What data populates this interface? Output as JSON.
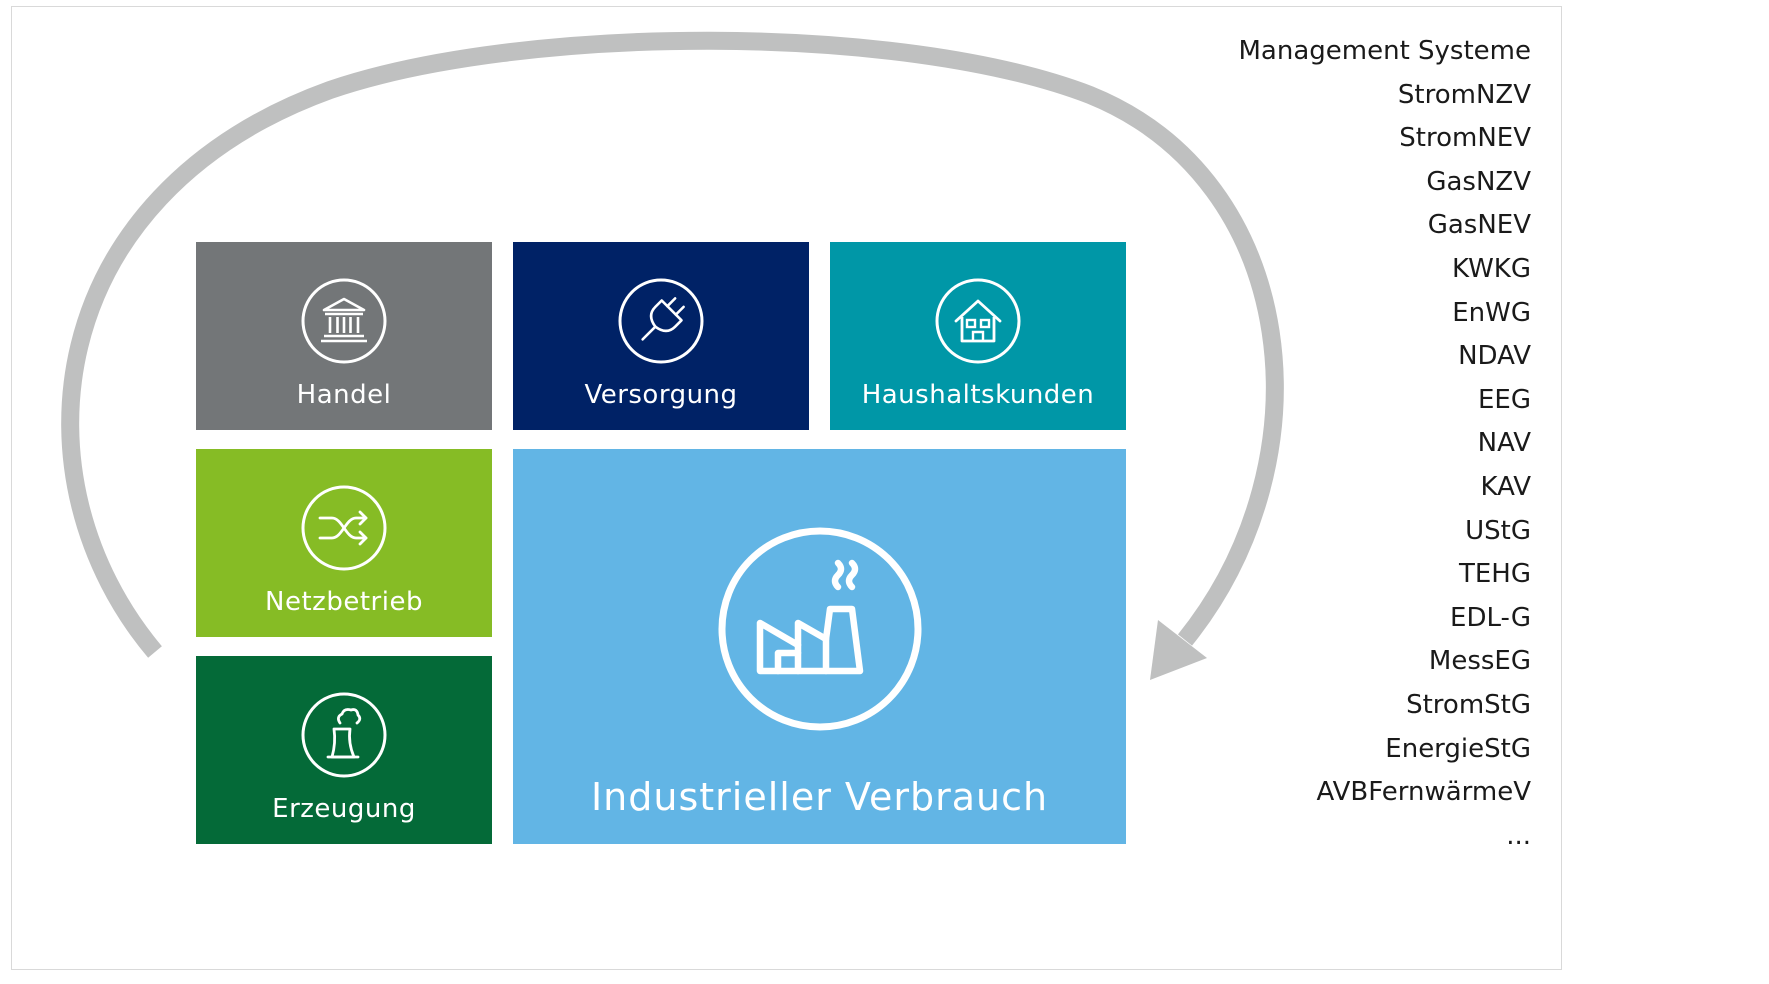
{
  "tiles": {
    "handel": "Handel",
    "versorgung": "Versorgung",
    "haushaltskunden": "Haushaltskunden",
    "netzbetrieb": "Netzbetrieb",
    "erzeugung": "Erzeugung",
    "industrie": "Industrieller Verbrauch"
  },
  "icons": {
    "handel": "bank-building-icon",
    "versorgung": "power-plug-icon",
    "haushaltskunden": "house-icon",
    "netzbetrieb": "shuffle-icon",
    "erzeugung": "cooling-tower-icon",
    "industrie": "factory-icon"
  },
  "laws": [
    "Management Systeme",
    "StromNZV",
    "StromNEV",
    "GasNZV",
    "GasNEV",
    "KWKG",
    "EnWG",
    "NDAV",
    "EEG",
    "NAV",
    "KAV",
    "UStG",
    "TEHG",
    "EDL-G",
    "MessEG",
    "StromStG",
    "EnergieStG",
    "AVBFernwärmeV",
    "..."
  ],
  "colors": {
    "handel": "#737678",
    "versorgung": "#002266",
    "haushaltskunden": "#0097a7",
    "netzbetrieb": "#86bc25",
    "erzeugung": "#046a38",
    "industrie": "#62b5e5",
    "arrow": "#bfc0c0"
  }
}
